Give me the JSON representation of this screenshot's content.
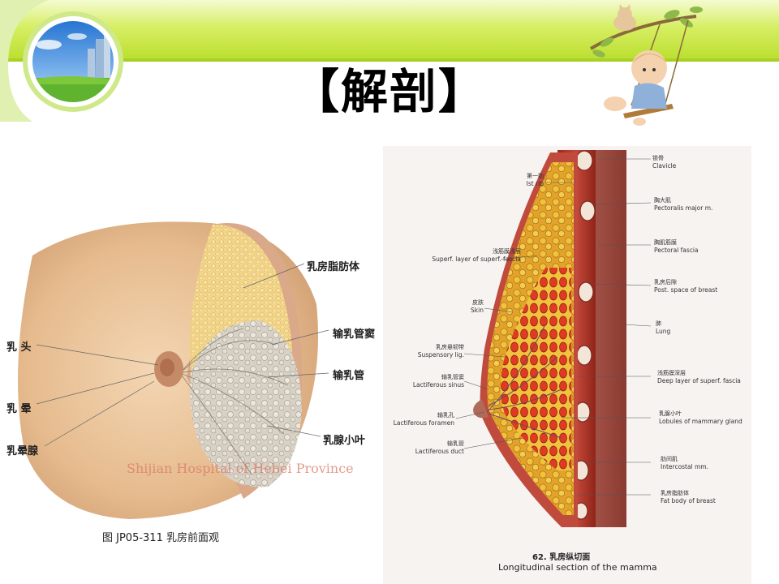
{
  "slide": {
    "title": "【解剖】"
  },
  "left_figure": {
    "watermark": "Shijian Hospital of Hebei Province",
    "caption": "图 JP05-311 乳房前面观",
    "labels": {
      "nipple": "乳 头",
      "areola": "乳 晕",
      "areolar_gland": "乳晕腺",
      "fat_body": "乳房脂肪体",
      "lactiferous_sinus": "输乳管窦",
      "lactiferous_duct": "输乳管",
      "lobule": "乳腺小叶"
    }
  },
  "right_figure": {
    "caption_cn": "62.   乳房纵切面",
    "caption_en": "Longitudinal section of the mamma",
    "left_labels": [
      {
        "cn": "第一肋",
        "en": "Ist rib"
      },
      {
        "cn": "浅筋膜浅层",
        "en": "Superf. layer of superf. fascia"
      },
      {
        "cn": "皮肤",
        "en": "Skin"
      },
      {
        "cn": "乳房悬韧带",
        "en": "Suspensory lig."
      },
      {
        "cn": "输乳管窦",
        "en": "Lactiferous sinus"
      },
      {
        "cn": "输乳孔",
        "en": "Lactiferous foramen"
      },
      {
        "cn": "输乳管",
        "en": "Lactiferous duct"
      }
    ],
    "right_labels": [
      {
        "cn": "锁骨",
        "en": "Clavicle"
      },
      {
        "cn": "胸大肌",
        "en": "Pectoralis major m."
      },
      {
        "cn": "胸肌筋膜",
        "en": "Pectoral fascia"
      },
      {
        "cn": "乳房后隙",
        "en": "Post. space of breast"
      },
      {
        "cn": "肺",
        "en": "Lung"
      },
      {
        "cn": "浅筋膜深层",
        "en": "Deep layer of superf. fascia"
      },
      {
        "cn": "乳腺小叶",
        "en": "Lobules of mammary gland"
      },
      {
        "cn": "肋间肌",
        "en": "Intercostal mm."
      },
      {
        "cn": "乳房脂肪体",
        "en": "Fat body of breast"
      }
    ]
  },
  "colors": {
    "header_green": "#c6e83a",
    "header_light": "#eef8b0",
    "skin": "#e9c39a",
    "fat": "#f0b23a",
    "muscle": "#b33a2c",
    "lobule": "#e0402a"
  }
}
